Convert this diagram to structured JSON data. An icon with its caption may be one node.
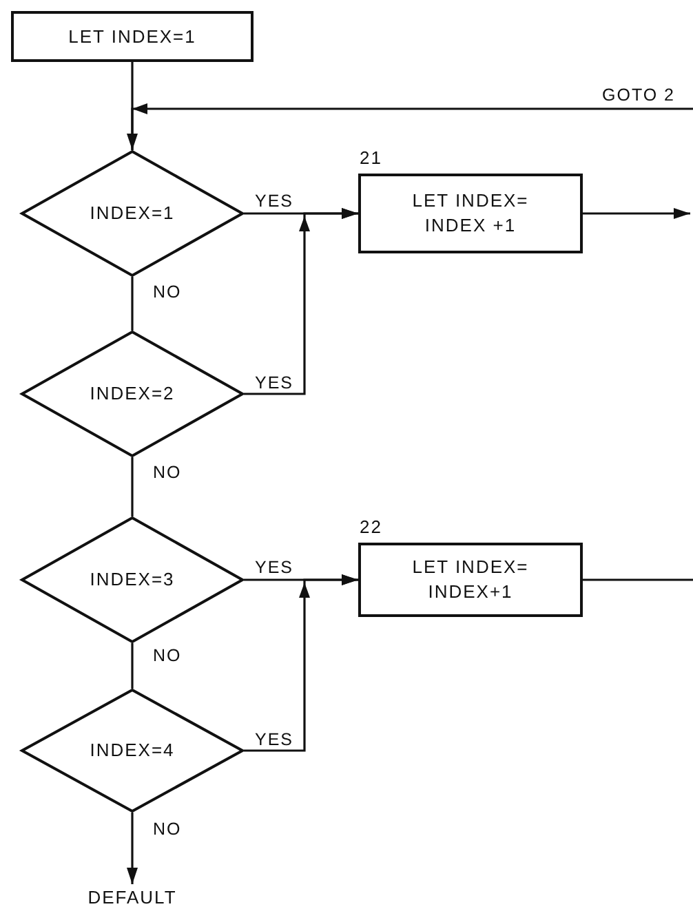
{
  "diagram": {
    "nodes": [
      {
        "text": [
          "LET INDEX=1"
        ]
      },
      {
        "text": [
          "INDEX=1"
        ]
      },
      {
        "text": [
          "LET INDEX= INDEX +1"
        ],
        "beside": [
          "21"
        ]
      },
      {
        "text": [
          "INDEX=2"
        ]
      },
      {
        "text": [
          "INDEX=3"
        ]
      },
      {
        "text": [
          "LET INDEX= INDEX+1"
        ],
        "beside": [
          "22"
        ]
      },
      {
        "text": [
          "INDEX=4"
        ]
      },
      {
        "text": [
          "DEFAULT"
        ]
      }
    ],
    "edges": [
      {
        "from": 0,
        "to": 1,
        "arrow": "none"
      },
      {
        "from": null,
        "to": 1,
        "arrow": "to",
        "label": "GOTO 2"
      },
      {
        "from": 1,
        "to": 2,
        "arrow": "to",
        "label": "YES"
      },
      {
        "from": 1,
        "to": 3,
        "arrow": "none",
        "label": "NO"
      },
      {
        "from": 3,
        "to": 2,
        "arrow": "to",
        "label": "YES"
      },
      {
        "from": 3,
        "to": 4,
        "arrow": "none",
        "label": "NO"
      },
      {
        "from": 4,
        "to": 5,
        "arrow": "to",
        "label": "YES"
      },
      {
        "from": 4,
        "to": 6,
        "arrow": "none",
        "label": "NO"
      },
      {
        "from": 6,
        "to": 5,
        "arrow": "to",
        "label": "YES"
      },
      {
        "from": 6,
        "to": 7,
        "arrow": "to",
        "label": "NO"
      },
      {
        "from": 2,
        "to": null,
        "arrow": "to"
      },
      {
        "from": 5,
        "to": null,
        "arrow": "none"
      }
    ]
  }
}
